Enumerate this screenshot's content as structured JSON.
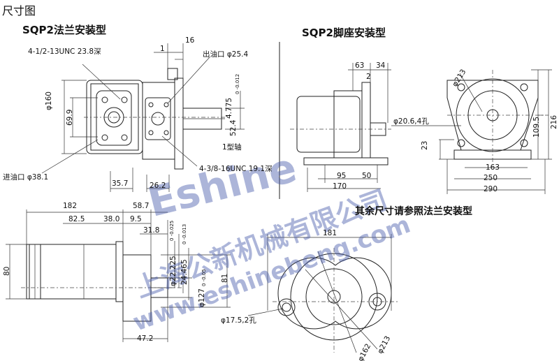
{
  "page_title": "尺寸图",
  "flange_view": {
    "title": "SQP2法兰安装型",
    "dims": {
      "thread_top": "4-1/2-13UNC 23.8深",
      "d16": "16",
      "d1": "1",
      "outlet": "出油口 φ25.4",
      "d160": "φ160",
      "d69_9": "69.9",
      "d4_775": "4.775",
      "d4_775_tol": "0 -0.012",
      "d52_4": "52.4",
      "shaft_type": "1型轴",
      "thread_bottom": "4-3/8-16UNC 19.1深",
      "inlet": "进油口 φ38.1",
      "d35_7": "35.7",
      "d26_2": "26.2"
    }
  },
  "foot_view": {
    "title": "SQP2脚座安装型",
    "dims": {
      "d63": "63",
      "d34": "34",
      "d2": "2",
      "d20_6": "φ20.6,4孔",
      "d23": "23",
      "d95": "95",
      "d50": "50",
      "d170": "170",
      "d213": "φ213",
      "d109_5": "109.5",
      "d216": "216",
      "d163": "163",
      "d250": "250",
      "d290": "290"
    },
    "note": "其余尺寸请参照法兰安装型"
  },
  "side_view": {
    "dims": {
      "d182": "182",
      "d58_7": "58.7",
      "d82_5": "82.5",
      "d38": "38.0",
      "d9_5": "9.5",
      "d31_8": "31.8",
      "d80": "80",
      "d22_225": "φ22.225",
      "d22_225_tol": "0 -0.025",
      "d24_465": "24.465",
      "d24_465_tol": "0 -0.013",
      "d127": "φ127",
      "d127_tol": "0 -0.05",
      "d81": "81",
      "d47_2": "47.2"
    }
  },
  "front_view": {
    "dims": {
      "d181": "181",
      "d17_5": "φ17.5,2孔",
      "d213": "φ213",
      "d162": "φ162"
    }
  },
  "watermark": {
    "brand": "Eshine",
    "company": "上海公新机械有限公司",
    "url": "www.eshinebeng.com"
  }
}
